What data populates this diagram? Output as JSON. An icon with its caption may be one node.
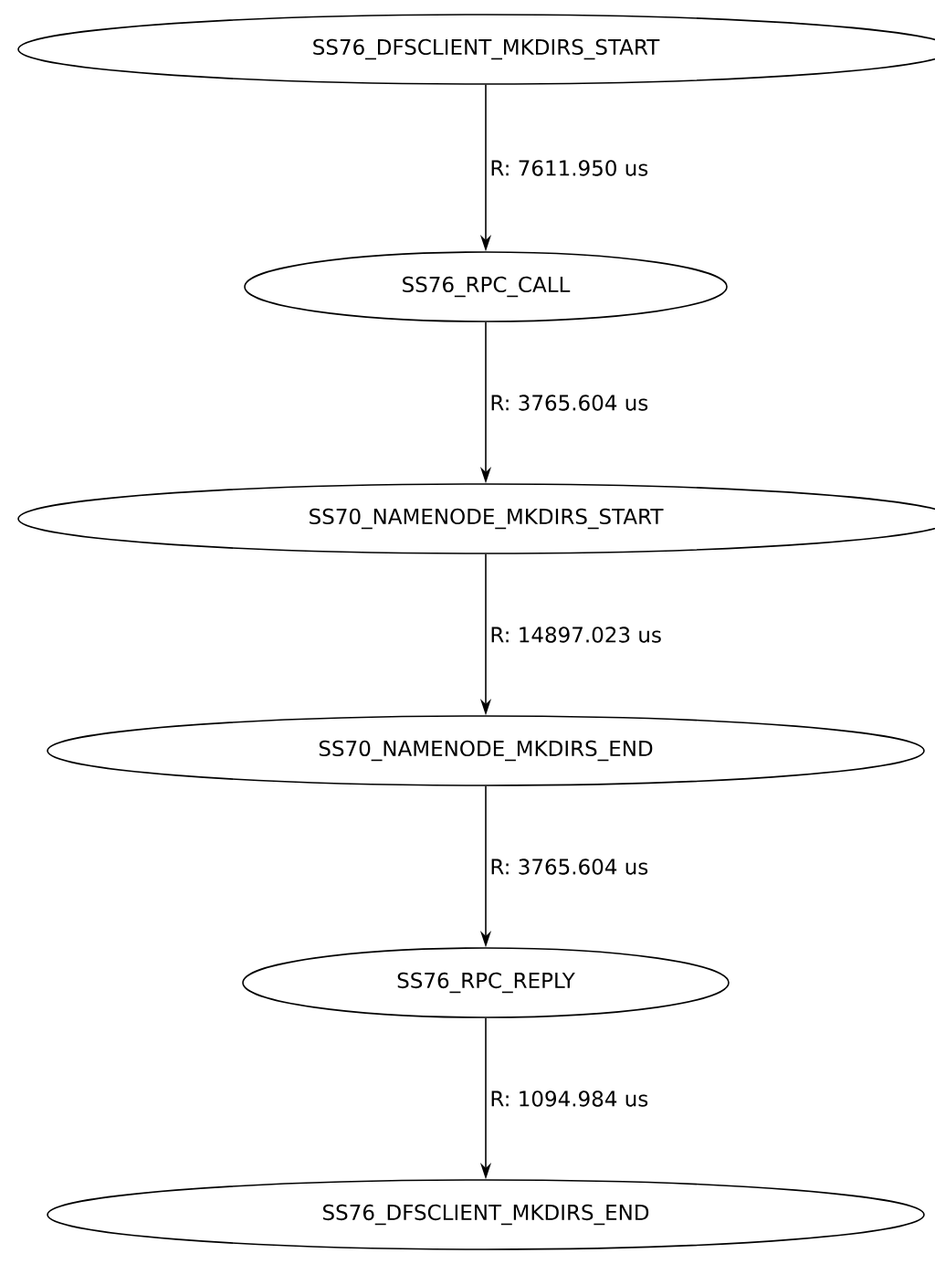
{
  "diagram": {
    "nodes": [
      {
        "text": [
          "SS76_DFSCLIENT_MKDIRS_START"
        ]
      },
      {
        "text": [
          "SS76_RPC_CALL"
        ]
      },
      {
        "text": [
          "SS70_NAMENODE_MKDIRS_START"
        ]
      },
      {
        "text": [
          "SS70_NAMENODE_MKDIRS_END"
        ]
      },
      {
        "text": [
          "SS76_RPC_REPLY"
        ]
      },
      {
        "text": [
          "SS76_DFSCLIENT_MKDIRS_END"
        ]
      }
    ],
    "edges": [
      {
        "from": 0,
        "to": 1,
        "arrow": "to",
        "label": "R: 7611.950 us"
      },
      {
        "from": 1,
        "to": 2,
        "arrow": "to",
        "label": "R: 3765.604 us"
      },
      {
        "from": 2,
        "to": 3,
        "arrow": "to",
        "label": "R: 14897.023 us"
      },
      {
        "from": 3,
        "to": 4,
        "arrow": "to",
        "label": "R: 3765.604 us"
      },
      {
        "from": 4,
        "to": 5,
        "arrow": "to",
        "label": "R: 1094.984 us"
      }
    ]
  }
}
